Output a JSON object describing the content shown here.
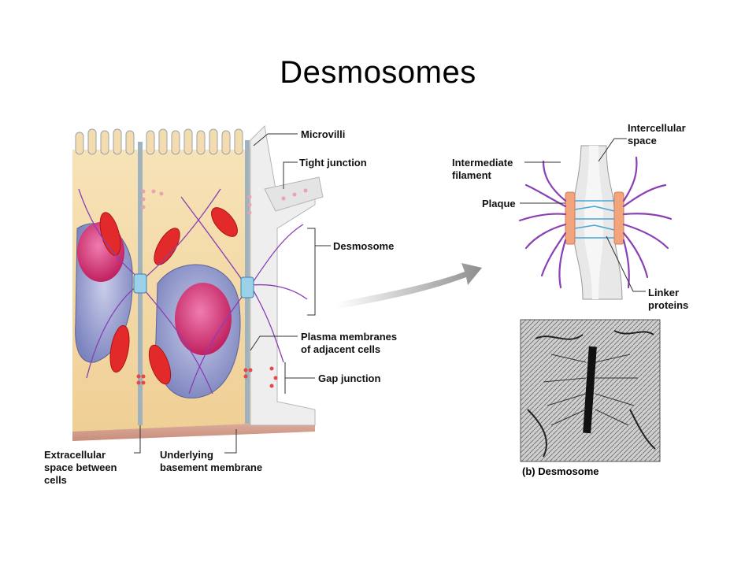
{
  "slide": {
    "title": "Desmosomes"
  },
  "diagram_a": {
    "labels": {
      "microvilli": "Microvilli",
      "tight_junction": "Tight junction",
      "desmosome": "Desmosome",
      "plasma_1": "Plasma membranes",
      "plasma_2": "of adjacent cells",
      "gap_junction": "Gap junction",
      "extra_1": "Extracellular",
      "extra_2": "space between",
      "extra_3": "cells",
      "under_1": "Underlying",
      "under_2": "basement membrane"
    }
  },
  "diagram_b": {
    "labels": {
      "inter_space_1": "Intercellular",
      "inter_space_2": "space",
      "inter_fil_1": "Intermediate",
      "inter_fil_2": "filament",
      "plaque": "Plaque",
      "linker_1": "Linker",
      "linker_2": "proteins"
    }
  },
  "micrograph": {
    "caption": "(b) Desmosome"
  },
  "colors": {
    "cytoplasm": "#f3d9a6",
    "nucleus": "#8b93c9",
    "mito": "#e32a2a",
    "filament": "#8a3fb5",
    "plaque": "#f2a57d",
    "linker": "#4aa6d6"
  }
}
